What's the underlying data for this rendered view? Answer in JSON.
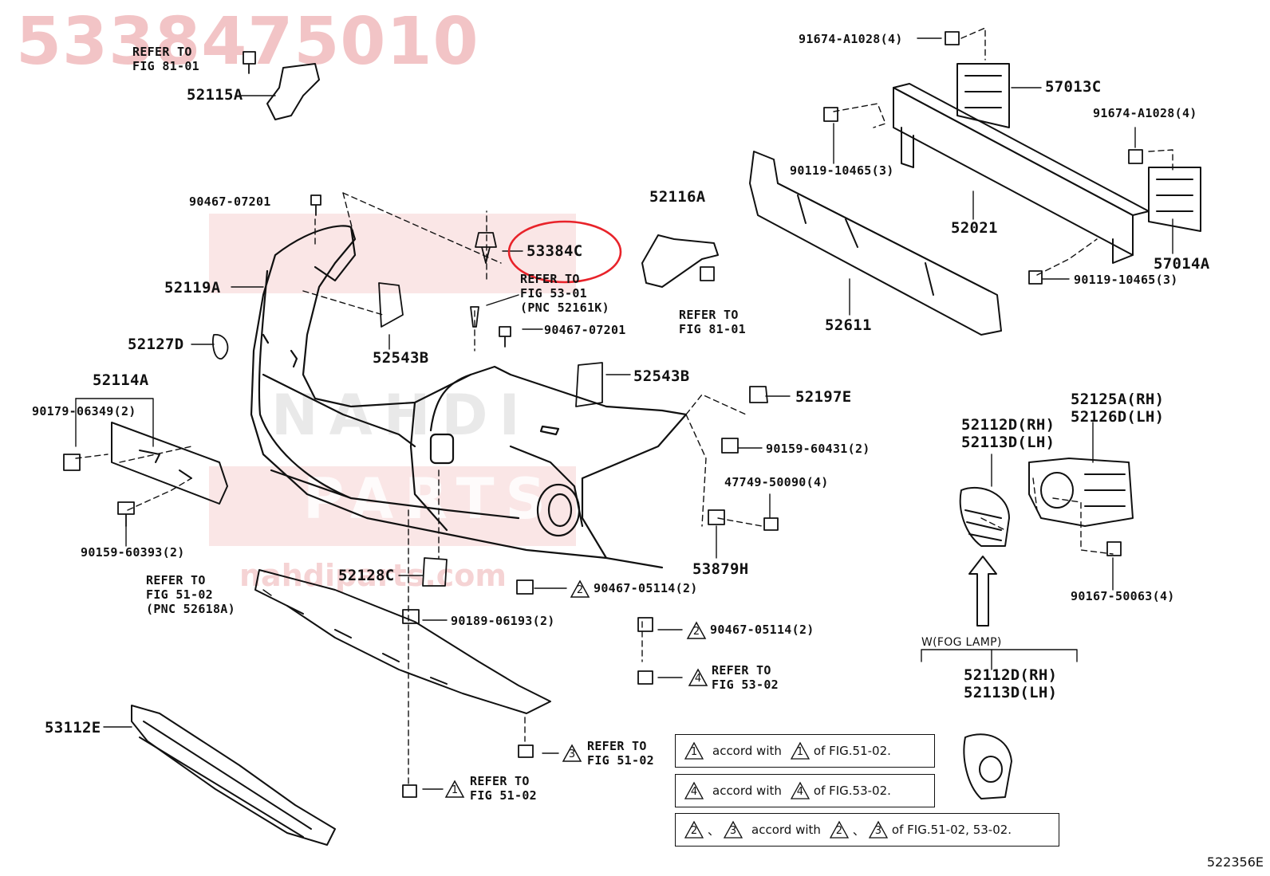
{
  "watermark": {
    "part_code": "5338475010",
    "brand_latin": "NAHDI",
    "brand_parts": "PARTS",
    "url": "nahdiparts.com"
  },
  "callouts": {
    "r_fig81_a": "REFER TO\nFIG 81-01",
    "p52115a": "52115A",
    "p90467_07201_top": "90467-07201",
    "p52119a": "52119A",
    "p53384c": "53384C",
    "r_fig53_01": "REFER TO\nFIG 53-01\n(PNC 52161K)",
    "p90467_07201_mid": "90467-07201",
    "p52127d": "52127D",
    "p52543b_left": "52543B",
    "p52543b_right": "52543B",
    "p52116a": "52116A",
    "r_fig81_b": "REFER TO\nFIG 81-01",
    "p52114a": "52114A",
    "p90179": "90179-06349(2)",
    "p90159_60393": "90159-60393(2)",
    "r_fig51_pnc": "REFER TO\nFIG 51-02\n(PNC 52618A)",
    "p52128c": "52128C",
    "p90467_05114_a": "90467-05114(2)",
    "p90189": "90189-06193(2)",
    "p90467_05114_b": "90467-05114(2)",
    "r_fig53_02": "REFER TO\nFIG 53-02",
    "p53112e": "53112E",
    "r_fig51_a": "REFER TO\nFIG 51-02",
    "r_fig51_b": "REFER TO\nFIG 51-02",
    "p52197e": "52197E",
    "p90159_60431": "90159-60431(2)",
    "p47749": "47749-50090(4)",
    "p53879h": "53879H",
    "p91674_top": "91674-A1028(4)",
    "p57013c": "57013C",
    "p91674_right": "91674-A1028(4)",
    "p90119_left": "90119-10465(3)",
    "p52021": "52021",
    "p57014a": "57014A",
    "p90119_right": "90119-10465(3)",
    "p52611": "52611",
    "p52112d_a": "52112D(RH)\n52113D(LH)",
    "p52125a": "52125A(RH)\n52126D(LH)",
    "p90167": "90167-50063(4)",
    "fog_group": "W(FOG LAMP)",
    "p52112d_b": "52112D(RH)\n52113D(LH)"
  },
  "markers": {
    "m2_a": "2",
    "m2_b": "2",
    "m4": "4",
    "m3": "3",
    "m1": "1"
  },
  "notes": {
    "n1": {
      "a": "1",
      "text": "accord with",
      "b": "1",
      "ref": "of FIG.51-02."
    },
    "n4": {
      "a": "4",
      "text": "accord with",
      "b": "4",
      "ref": "of FIG.53-02."
    },
    "n23": {
      "a": "2",
      "sep": "、",
      "a2": "3",
      "text": "accord with",
      "b": "2",
      "sep2": "、",
      "b2": "3",
      "ref": "of FIG.51-02, 53-02."
    }
  },
  "figure_id": "522356E",
  "colors": {
    "highlight": "#e8232a",
    "watermark": "#f2c4c6",
    "line": "#111111"
  }
}
